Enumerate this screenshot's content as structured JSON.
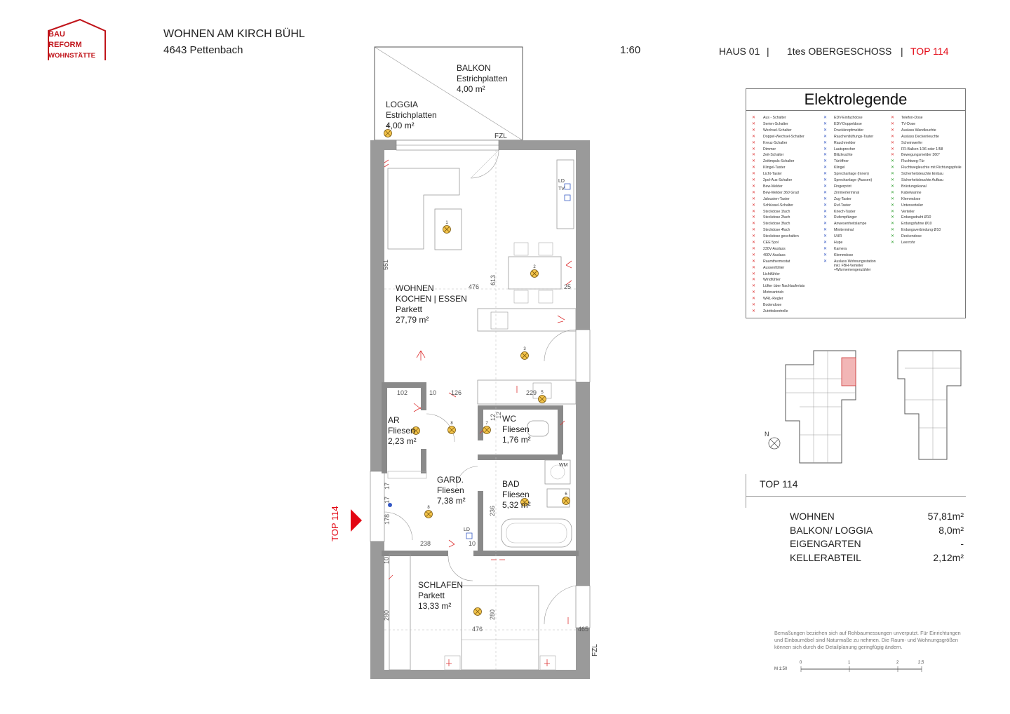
{
  "header": {
    "logo_lines": [
      "BAU",
      "REFORM",
      "WOHNSTÄTTE"
    ],
    "project_title": "WOHNEN AM KIRCH BÜHL",
    "project_address": "4643 Pettenbach",
    "scale": "1:60",
    "house": "HAUS 01",
    "separator": "|",
    "floor": "1tes OBERGESCHOSS",
    "unit": "TOP 114",
    "accent_color": "#e30613"
  },
  "rooms": {
    "balkon": {
      "name": "BALKON",
      "floor": "Estrichplatten",
      "area": "4,00 m²"
    },
    "loggia": {
      "name": "LOGGIA",
      "floor": "Estrichplatten",
      "area": "4,00 m²"
    },
    "wohnen": {
      "name": "WOHNEN",
      "name2": "KOCHEN | ESSEN",
      "floor": "Parkett",
      "area": "27,79 m²"
    },
    "ar": {
      "name": "AR",
      "floor": "Fliesen",
      "area": "2,23 m²"
    },
    "wc": {
      "name": "WC",
      "floor": "Fliesen",
      "area": "1,76 m²"
    },
    "gard": {
      "name": "GARD.",
      "floor": "Fliesen",
      "area": "7,38 m²"
    },
    "bad": {
      "name": "BAD",
      "floor": "Fliesen",
      "area": "5,32 m²"
    },
    "schlafen": {
      "name": "SCHLAFEN",
      "floor": "Parkett",
      "area": "13,33 m²"
    }
  },
  "plan_labels": {
    "fzl_top": "FZL",
    "fzl_right": "FZL",
    "entry_flag": "TOP 114",
    "ld": "LD",
    "tv": "TV",
    "wm": "WM",
    "ld2": "LD"
  },
  "dimensions": {
    "d551": "551",
    "d476a": "476",
    "d613": "613",
    "d25": "25",
    "d102": "102",
    "d10a": "10",
    "d126": "126",
    "d229": "229",
    "d12a": "12",
    "d12b": "12",
    "d178": "178",
    "d238": "238",
    "d10b": "10",
    "d236": "236",
    "d17a": "17",
    "d17b": "17",
    "d280a": "280",
    "d476b": "476",
    "d280b": "280",
    "d10c": "10",
    "d465": "465"
  },
  "lamp_numbers": [
    "1",
    "2",
    "3",
    "4",
    "5",
    "6",
    "7",
    "8",
    "8"
  ],
  "legend": {
    "title": "Elektrolegende",
    "col1": [
      "Aus - Schalter",
      "Serien-Schalter",
      "Wechsel-Schalter",
      "Doppel-Wechsel-Schalter",
      "Kreuz-Schalter",
      "Dimmer",
      "Zeit-Schalter",
      "Zeitimpuls-Schalter",
      "Klingel-Taster",
      "Licht-Taster",
      "2pol-Aus-Schalter",
      "Bew-Melder",
      "Bew-Melder 360 Grad",
      "Jalousien-Taster",
      "Schlüssel-Schalter",
      "Steckdose 1fach",
      "Steckdose 2fach",
      "Steckdose 3fach",
      "Steckdose 4fach",
      "Steckdose geschalten",
      "CEE 5pol",
      "230V-Auslass",
      "400V-Auslass",
      "Raumthermostat",
      "Aussenfühler",
      "Lichtfühler",
      "Windfühler",
      "Lüfter über Nachlaufrelais",
      "Motorantrieb",
      "WRL-Regler",
      "Bodendose",
      "Zutrittskontrolle"
    ],
    "col2": [
      "EDV-Einfachdose",
      "EDV-Doppeldose",
      "Druckknopfmelder",
      "Rauchentlüftungs-Taster",
      "Rauchmelder",
      "Lautsprecher",
      "Blitzleuchte",
      "Türöffner",
      "Klingel",
      "Sprechanlage (Innen)",
      "Sprechanlage (Aussen)",
      "Fingerprint",
      "Zimmerterminal",
      "Zug-Taster",
      "Ruf-Taster",
      "Kriech-Taster",
      "Rufempfänger",
      "Anwesenheitslampe",
      "Miniterminal",
      "UHR",
      "Hupe",
      "Kamera",
      "Klemmdose",
      "Auslass Wohnungsstation inkl. FBH-Verteiler +Wärmemengenzähler"
    ],
    "col3": [
      "Telefon-Dose",
      "TV-Dose",
      "Auslass Wandleuchte",
      "Auslass Deckenleuchte",
      "Scheinwerfer",
      "FR-Balken 1/36 oder 1/58",
      "Bewegungsmelder 360°",
      "Fluchtweg-Tür",
      "Fluchtwegleuchte mit Richtungspfeile",
      "Sicherheitsleuchte Einbau",
      "Sicherheitsleuchte Aufbau",
      "Brüstungskanal",
      "Kabelwanne",
      "Klemmdose",
      "Unterverteiler",
      "Verteiler",
      "Erdungsdraht Ø10",
      "Erdungsfahne Ø10",
      "Erdungsverbindung Ø10",
      "Deckendose",
      "Leerrohr"
    ]
  },
  "unit_summary": {
    "title": "TOP 114",
    "rows": [
      {
        "label": "WOHNEN",
        "value": "57,81m²"
      },
      {
        "label": "BALKON/ LOGGIA",
        "value": "8,0m²"
      },
      {
        "label": "EIGENGARTEN",
        "value": "-"
      },
      {
        "label": "KELLERABTEIL",
        "value": "2,12m²"
      }
    ]
  },
  "keyplan": {
    "north": "N"
  },
  "note": "Bemaßungen beziehen sich auf Rohbaumessungen unverputzt. Für Einrichtungen und Einbaumöbel sind Naturmaße zu nehmen. Die Raum- und Wohnungsgrößen können sich durch die Detailplanung geringfügig ändern.",
  "scale_bar": {
    "label": "M 1:50",
    "ticks": [
      "0",
      "1",
      "2",
      "2,5"
    ]
  }
}
